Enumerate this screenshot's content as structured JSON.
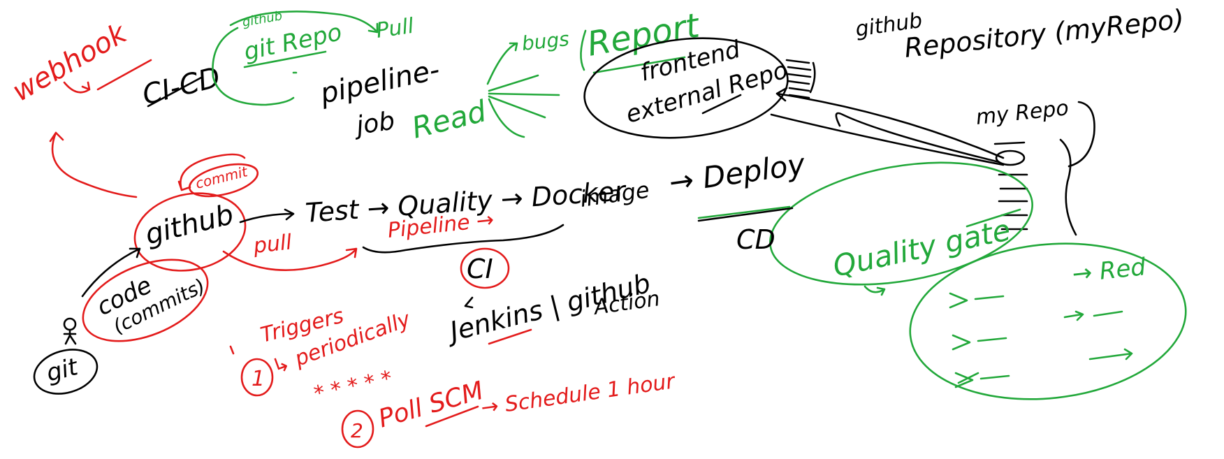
{
  "colors": {
    "ink_black": "#000000",
    "ink_red": "#e31b1b",
    "ink_green": "#22a83a",
    "background": "#ffffff"
  },
  "labels": {
    "webhook": "webhook",
    "cicd": "CI-CD",
    "github_small": "github",
    "git_repo": "git Repo",
    "pull": "Pull",
    "pipeline_job_line1": "pipeline-",
    "pipeline_job_line2": "job",
    "read": "Read",
    "bugs": "bugs",
    "report": "Report",
    "frontend_line1": "frontend",
    "frontend_line2": "external Repo",
    "github_repo_title_small": "github",
    "github_repo_title": "Repository (myRepo)",
    "my_repo": "my Repo",
    "github_center": "github",
    "commit": "commit",
    "pull_red": "pull",
    "flow": "Test → Quality → Docker",
    "image": "image",
    "deploy": "→ Deploy",
    "cd": "CD",
    "pipeline_red": "Pipeline →",
    "ci": "CI",
    "code": "code",
    "commits": "(commits)",
    "git": "git",
    "triggers": "Triggers",
    "periodically": "↳ periodically",
    "stars": "* * * * *",
    "num1": "1",
    "num2": "2",
    "poll_scm": "Poll SCM",
    "schedule": "→ Schedule  1 hour",
    "jenkins": "Jenkins | github",
    "action": "Action",
    "quality_gate": "Quality gate",
    "red": "→ Red"
  }
}
